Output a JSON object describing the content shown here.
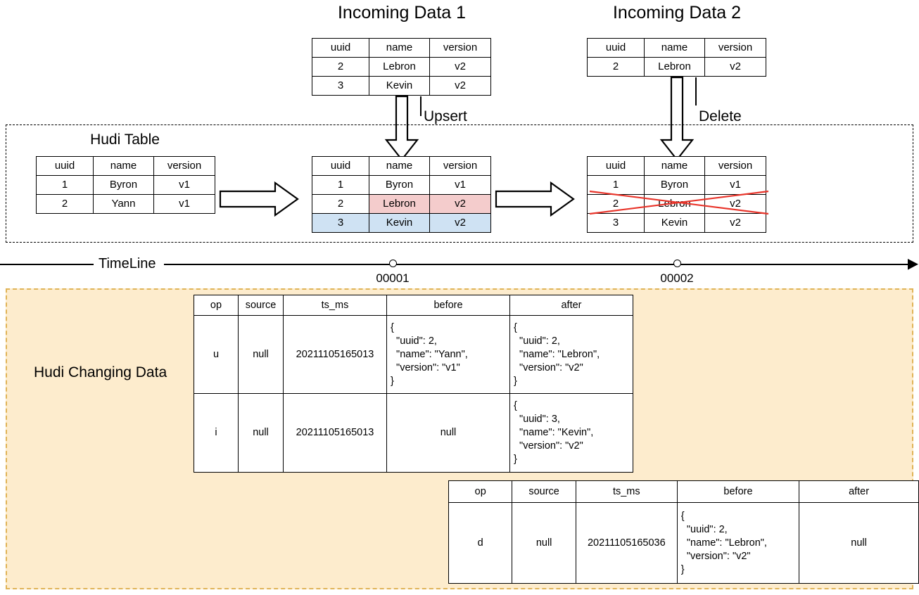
{
  "incoming": [
    {
      "title": "Incoming Data 1",
      "columns": [
        "uuid",
        "name",
        "version"
      ],
      "rows": [
        [
          "2",
          "Lebron",
          "v2"
        ],
        [
          "3",
          "Kevin",
          "v2"
        ]
      ],
      "operation": "Upsert"
    },
    {
      "title": "Incoming Data 2",
      "columns": [
        "uuid",
        "name",
        "version"
      ],
      "rows": [
        [
          "2",
          "Lebron",
          "v2"
        ]
      ],
      "operation": "Delete"
    }
  ],
  "hudi_table": {
    "title": "Hudi Table",
    "columns": [
      "uuid",
      "name",
      "version"
    ],
    "states": [
      {
        "name": "initial",
        "rows": [
          {
            "cells": [
              "1",
              "Byron",
              "v1"
            ],
            "highlight": "none"
          },
          {
            "cells": [
              "2",
              "Yann",
              "v1"
            ],
            "highlight": "none"
          }
        ]
      },
      {
        "name": "after-upsert",
        "rows": [
          {
            "cells": [
              "1",
              "Byron",
              "v1"
            ],
            "highlight": "none"
          },
          {
            "cells": [
              "2",
              "Lebron",
              "v2"
            ],
            "highlight": "red-partial"
          },
          {
            "cells": [
              "3",
              "Kevin",
              "v2"
            ],
            "highlight": "blue-full"
          }
        ]
      },
      {
        "name": "after-delete",
        "rows": [
          {
            "cells": [
              "1",
              "Byron",
              "v1"
            ],
            "highlight": "none"
          },
          {
            "cells": [
              "2",
              "Lebron",
              "v2"
            ],
            "highlight": "crossed-out"
          },
          {
            "cells": [
              "3",
              "Kevin",
              "v2"
            ],
            "highlight": "none"
          }
        ]
      }
    ]
  },
  "timeline": {
    "label": "TimeLine",
    "markers": [
      "00001",
      "00002"
    ]
  },
  "changing_data": {
    "label": "Hudi Changing Data",
    "columns": [
      "op",
      "source",
      "ts_ms",
      "before",
      "after"
    ],
    "table1_rows": [
      {
        "op": "u",
        "source": "null",
        "ts_ms": "20211105165013",
        "before": "{\n  \"uuid\": 2,\n  \"name\": \"Yann\",\n  \"version\": \"v1\"\n}",
        "after": "{\n  \"uuid\": 2,\n  \"name\": \"Lebron\",\n  \"version\": \"v2\"\n}"
      },
      {
        "op": "i",
        "source": "null",
        "ts_ms": "20211105165013",
        "before": "null",
        "after": "{\n  \"uuid\": 3,\n  \"name\": \"Kevin\",\n  \"version\": \"v2\"\n}"
      }
    ],
    "table2_rows": [
      {
        "op": "d",
        "source": "null",
        "ts_ms": "20211105165036",
        "before": "{\n  \"uuid\": 2,\n  \"name\": \"Lebron\",\n  \"version\": \"v2\"\n}",
        "after": "null"
      }
    ]
  },
  "colors": {
    "highlight_red": "#f4cccc",
    "highlight_blue": "#cfe2f3",
    "strike_red": "#e8342a",
    "changing_bg": "#fdeccd",
    "changing_border": "#e0b357"
  }
}
